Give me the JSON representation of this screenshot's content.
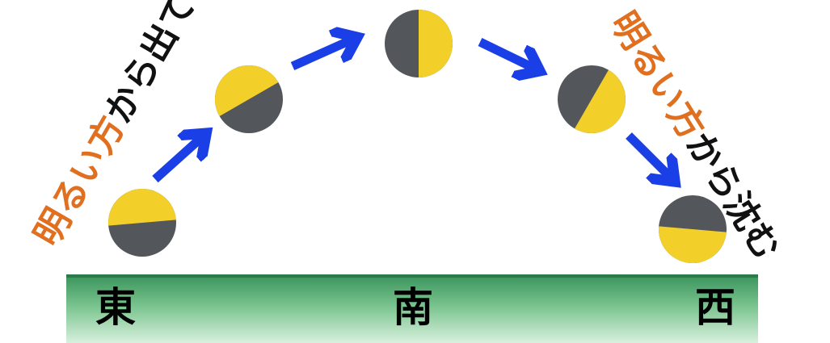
{
  "colors": {
    "moon_light": "#f3cf2a",
    "moon_dark": "#53565b",
    "arrow": "#1a3fe6",
    "highlight_text": "#e07020",
    "ground_top": "#3f9760",
    "ground_bottom": "#d8f0de"
  },
  "ground": {
    "east": "東",
    "south": "南",
    "west": "西"
  },
  "rise_label": {
    "highlight": "明るい方",
    "rest": "から出て"
  },
  "set_label": {
    "highlight": "明るい方",
    "rest": "から沈む"
  },
  "moons": [
    {
      "name": "moon-rising-east",
      "lit_side": "top",
      "tilt_deg": -5
    },
    {
      "name": "moon-climbing",
      "lit_side": "upper-right",
      "tilt_deg": -30
    },
    {
      "name": "moon-south",
      "lit_side": "right",
      "tilt_deg": 0
    },
    {
      "name": "moon-descending",
      "lit_side": "lower-right",
      "tilt_deg": 30
    },
    {
      "name": "moon-setting-west",
      "lit_side": "bottom",
      "tilt_deg": 5
    }
  ]
}
